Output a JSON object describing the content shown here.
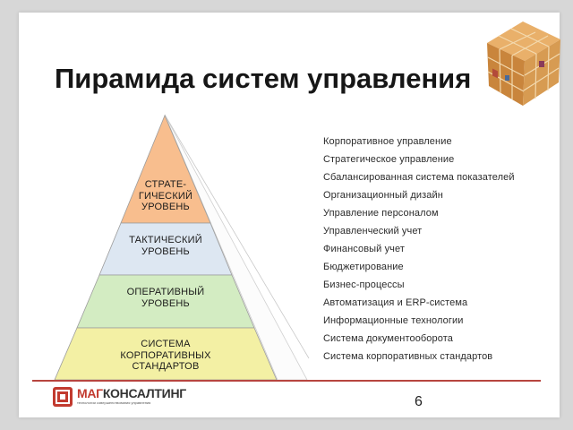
{
  "title": "Пирамида систем управления",
  "pyramid": {
    "levels": [
      {
        "lines": [
          "СТРАТЕ-",
          "ГИЧЕСКИЙ",
          "УРОВЕНЬ"
        ],
        "color": "#f8be8e"
      },
      {
        "lines": [
          "ТАКТИЧЕСКИЙ",
          "УРОВЕНЬ"
        ],
        "color": "#dde7f2"
      },
      {
        "lines": [
          "ОПЕРАТИВНЫЙ",
          "УРОВЕНЬ"
        ],
        "color": "#d3ecc2"
      },
      {
        "lines": [
          "СИСТЕМА",
          "КОРПОРАТИВНЫХ",
          "СТАНДАРТОВ"
        ],
        "color": "#f3f0a4"
      }
    ]
  },
  "items": [
    "Корпоративное управление",
    "Стратегическое управление",
    "Сбалансированная система показателей",
    "Организационный дизайн",
    "Управление персоналом",
    "Управленческий учет",
    "Финансовый учет",
    "Бюджетирование",
    "Бизнес-процессы",
    "Автоматизация и ERP-система",
    "Информационные технологии",
    "Система документооборота",
    "Система корпоративных стандартов"
  ],
  "logo": {
    "part1": "МАГ",
    "part2": "КОНСАЛТИНГ",
    "tagline": "технологии совершенствования управления"
  },
  "page_number": "6",
  "colors": {
    "accent": "#c23a2f",
    "divider": "#b7453f"
  }
}
